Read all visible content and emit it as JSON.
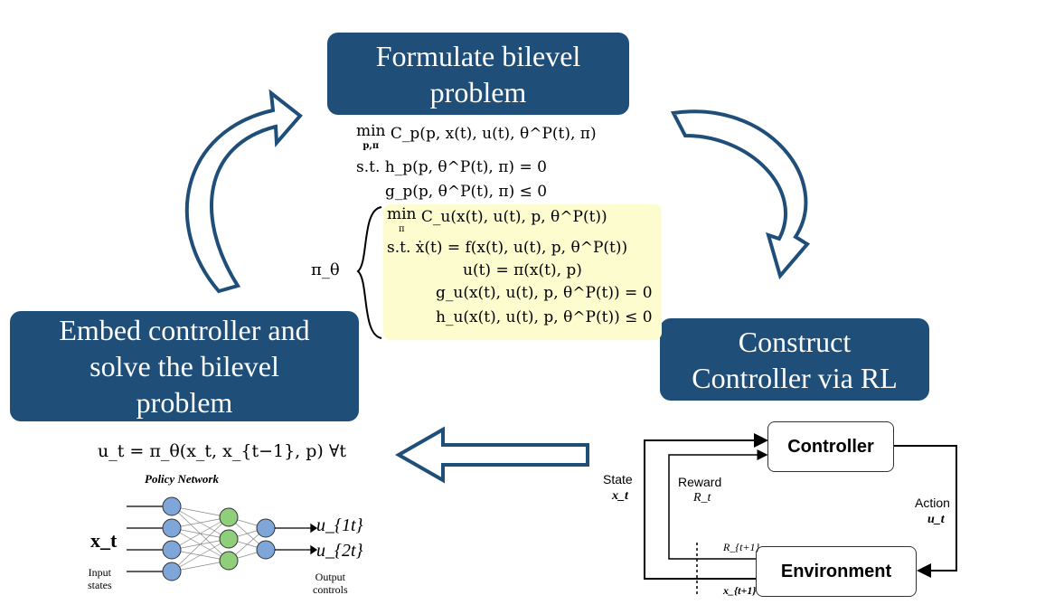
{
  "boxes": {
    "formulate": [
      "Formulate bilevel",
      "problem"
    ],
    "embed": [
      "Embed controller and",
      "solve the bilevel",
      "problem"
    ],
    "construct": [
      "Construct",
      "Controller via RL"
    ]
  },
  "formulation": {
    "upper_min": "min",
    "upper_min_sub": "p,π",
    "upper_obj": "C_p(p, x(t), u(t), θ^P(t), π)",
    "upper_eq": "s.t.  h_p(p, θ^P(t), π) = 0",
    "upper_ineq": "g_p(p, θ^P(t), π) ≤ 0",
    "policy_label": "π_θ",
    "lower_min": "min",
    "lower_min_sub": "π",
    "lower_obj": "C_u(x(t), u(t), p, θ^P(t))",
    "lower_dyn": "s.t.  ẋ(t) = f(x(t), u(t), p, θ^P(t))",
    "lower_policy": "u(t) = π(x(t), p)",
    "lower_eq": "g_u(x(t), u(t), p, θ^P(t)) = 0",
    "lower_ineq": "h_u(x(t), u(t), p, θ^P(t)) ≤ 0"
  },
  "policy_eq": "u_t = π_θ(x_t, x_{t−1}, p) ∀t",
  "policy_network": {
    "title": "Policy Network",
    "input_symbol": "x_t",
    "input_label": [
      "Input",
      "states"
    ],
    "output_labels": [
      "u_{1t}",
      "u_{2t}"
    ],
    "output_caption": [
      "Output",
      "controls"
    ],
    "layers": [
      4,
      3,
      2
    ],
    "colors": {
      "input": "#7fa6d9",
      "hidden": "#8fce7a",
      "output": "#7fa6d9"
    }
  },
  "rl_loop": {
    "controller": "Controller",
    "environment": "Environment",
    "state_label": "State",
    "state_symbol": "x_t",
    "reward_label": "Reward",
    "reward_symbol": "R_t",
    "action_label": "Action",
    "action_symbol": "u_t",
    "reward_next": "R_{t+1}",
    "state_next": "x_{t+1}"
  },
  "colors": {
    "box": "#1f4e79",
    "arrow_stroke": "#1f4e79",
    "highlight": "#fdfccf"
  }
}
